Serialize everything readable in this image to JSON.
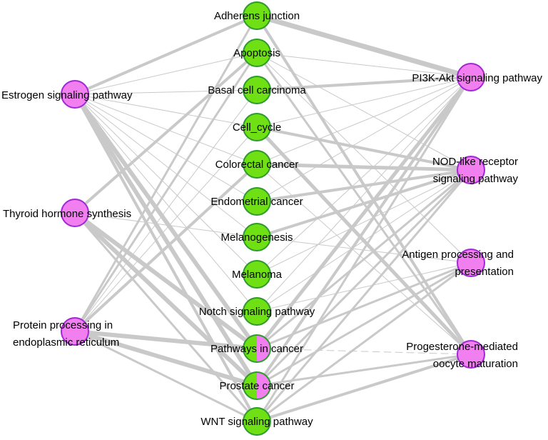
{
  "colors": {
    "center_node_fill": "#6ee013",
    "center_node_stroke": "#2e9a2e",
    "side_node_fill": "#f17ff0",
    "side_node_stroke": "#a228d6",
    "edge": "#c9c9c9"
  },
  "nodes": {
    "adherens": {
      "label": "Adherens junction",
      "kind": "center"
    },
    "apoptosis": {
      "label": "Apoptosis",
      "kind": "center"
    },
    "basal": {
      "label": "Basal cell carcinoma",
      "kind": "center"
    },
    "cellcycle": {
      "label": "Cell_cycle",
      "kind": "center"
    },
    "colorectal": {
      "label": "Colorectal cancer",
      "kind": "center"
    },
    "endometrial": {
      "label": "Endometrial cancer",
      "kind": "center"
    },
    "melanogenesis": {
      "label": "Melanogenesis",
      "kind": "center"
    },
    "melanoma": {
      "label": "Melanoma",
      "kind": "center"
    },
    "notch": {
      "label": "Notch signaling pathway",
      "kind": "center"
    },
    "pathways": {
      "label": "Pathways in cancer",
      "kind": "split"
    },
    "prostate": {
      "label": "Prostate cancer",
      "kind": "split"
    },
    "wnt": {
      "label": "WNT signaling pathway",
      "kind": "center"
    },
    "estrogen": {
      "label": "Estrogen signaling pathway",
      "kind": "side"
    },
    "thyroid": {
      "label": "Thyroid hormone synthesis",
      "kind": "side"
    },
    "protein": {
      "label": [
        "Protein processing in",
        "endoplasmic reticulum"
      ],
      "kind": "side"
    },
    "pi3k": {
      "label": "PI3K-Akt signaling pathway",
      "kind": "side"
    },
    "nod": {
      "label": [
        "NOD-like receptor",
        "signaling pathway"
      ],
      "kind": "side"
    },
    "antigen": {
      "label": [
        "Antigen processing and",
        "presentation"
      ],
      "kind": "side"
    },
    "progesterone": {
      "label": [
        "Progesterone-mediated",
        "oocyte maturation"
      ],
      "kind": "side"
    }
  }
}
